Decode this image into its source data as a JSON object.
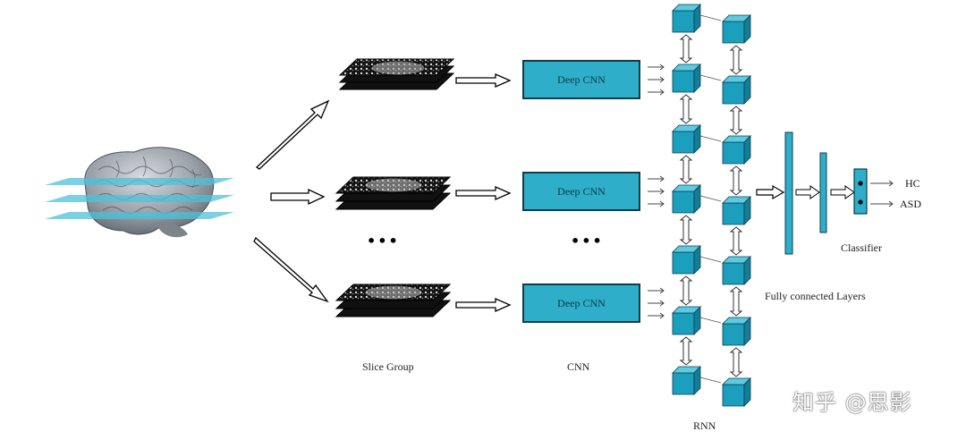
{
  "nodes": {
    "cnn_labels": [
      "Deep CNN",
      "Deep CNN",
      "Deep CNN"
    ],
    "ellipsis": "•••",
    "output_classes": [
      "HC",
      "ASD"
    ]
  },
  "labels": {
    "slice_group": "Slice Group",
    "cnn": "CNN",
    "rnn": "RNN",
    "fully_connected": "Fully connected Layers",
    "classifier": "Classifier"
  },
  "watermark": "知乎 @思影",
  "colors": {
    "cyan": "#2eaec9",
    "cube_face": "#1c9fbd",
    "cube_top": "#5ccbe1",
    "cube_side": "#127e98",
    "dark_outline": "#0c3e4d"
  }
}
